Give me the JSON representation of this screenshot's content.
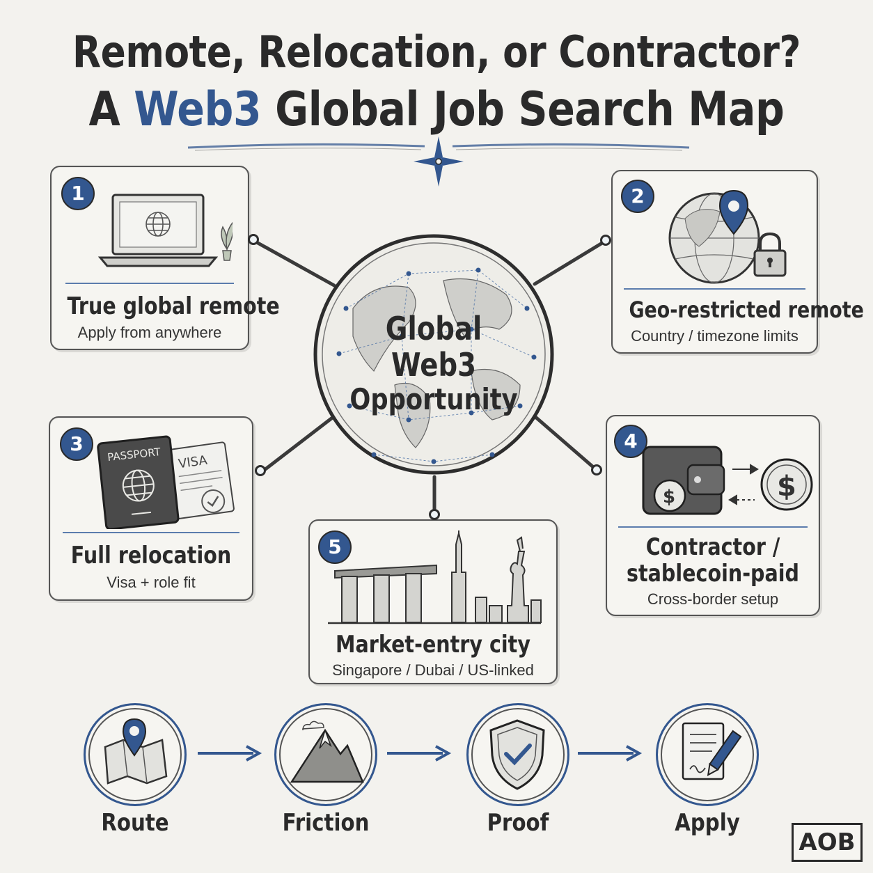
{
  "title": {
    "line1": "Remote, Relocation, or Contractor?",
    "line2_prefix": "A ",
    "line2_accent": "Web3",
    "line2_suffix": " Global Job Search Map"
  },
  "hub": {
    "line1": "Global",
    "line2": "Web3",
    "line3": "Opportunity"
  },
  "cards": [
    {
      "number": "1",
      "title": "True global remote",
      "subtitle": "Apply from anywhere"
    },
    {
      "number": "2",
      "title": "Geo-restricted remote",
      "subtitle": "Country / timezone limits"
    },
    {
      "number": "3",
      "title": "Full relocation",
      "subtitle": "Visa + role fit"
    },
    {
      "number": "4",
      "title_line1": "Contractor /",
      "title_line2": "stablecoin-paid",
      "subtitle": "Cross-border setup"
    },
    {
      "number": "5",
      "title": "Market-entry city",
      "subtitle": "Singapore / Dubai / US-linked"
    }
  ],
  "art_text": {
    "passport": "PASSPORT",
    "visa": "VISA"
  },
  "steps": [
    {
      "label": "Route",
      "icon": "map-pin-icon"
    },
    {
      "label": "Friction",
      "icon": "mountain-icon"
    },
    {
      "label": "Proof",
      "icon": "shield-check-icon"
    },
    {
      "label": "Apply",
      "icon": "document-pen-icon"
    }
  ],
  "brand": "AOB",
  "colors": {
    "accent": "#33578f",
    "ink": "#2a2a2a",
    "paper": "#f3f2ee"
  }
}
